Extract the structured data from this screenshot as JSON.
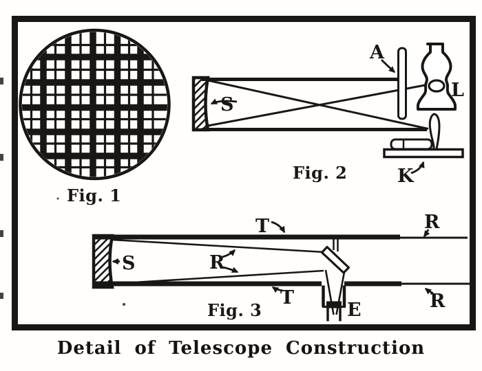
{
  "caption": "Detail of Telescope Construction",
  "ink_color": "#191715",
  "paper_color": "#fffefd",
  "fig1": {
    "label": "Fig. 1",
    "content": "circular grating disc with square wire mesh"
  },
  "fig2": {
    "label": "Fig. 2",
    "mirror_label": "S",
    "screen_label": "A",
    "lamp_label": "L",
    "knife_label": "K",
    "content": "concave mirror S reflecting crossed rays to screen A, lamp L and knife edge K"
  },
  "fig3": {
    "label": "Fig. 3",
    "mirror_label": "S",
    "tube_label_top": "T",
    "tube_label_bottom": "T",
    "rays_label": "R",
    "rail_label_top": "R",
    "rail_label_bottom": "R",
    "eyepiece_label": "E",
    "content": "telescope tube T on rails R with mirror S, diagonal prism and eyepiece E"
  }
}
